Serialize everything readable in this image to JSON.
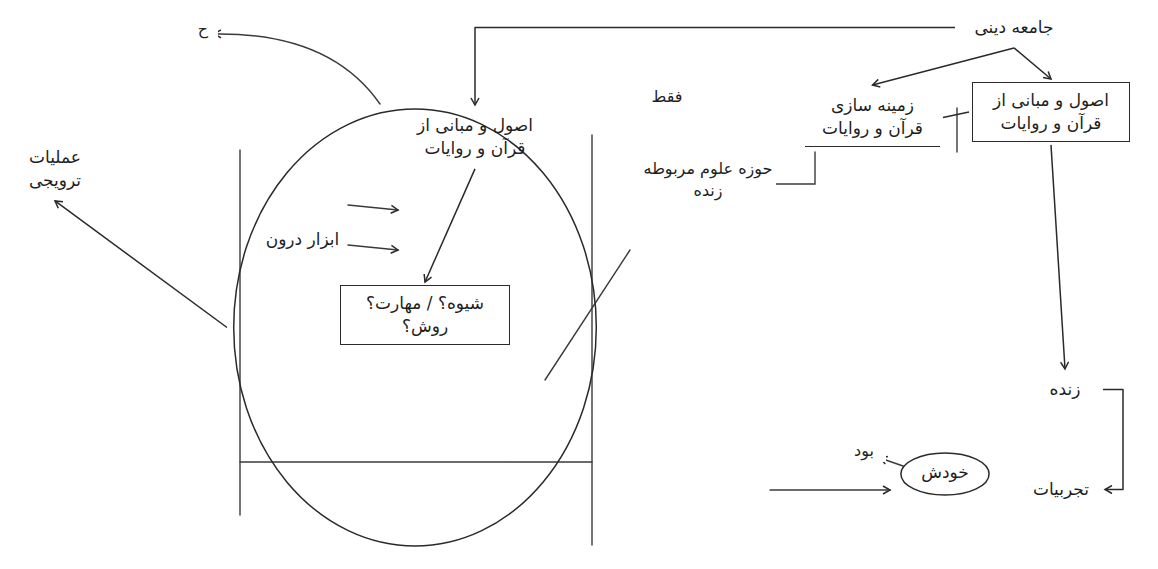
{
  "diagram": {
    "nodes": [
      {
        "text": [
          "جامعه دینی"
        ]
      },
      {
        "text": [
          "اصول و مبانی از قرآن و روایات"
        ]
      },
      {
        "text": [
          "زمینه سازی قرآن و روایات"
        ]
      },
      {
        "text": [
          "ابزار درون"
        ]
      },
      {
        "text": [
          "اصول و مبانی از قرآن و روایات"
        ],
        "in": 3
      },
      {
        "text": [
          "شیوه؟ / مهارت؟ روش؟"
        ],
        "in": 3
      },
      {
        "text": [
          "زنده"
        ]
      },
      {
        "text": [
          "خودش"
        ]
      },
      {
        "text": [
          "تجربیات"
        ]
      },
      {
        "text": [
          "عملیات ترویجی"
        ]
      }
    ],
    "edges": [
      {
        "from": 0,
        "to": 1,
        "arrow": "to"
      },
      {
        "from": 0,
        "to": 2,
        "arrow": "to"
      },
      {
        "from": 0,
        "to": 4,
        "arrow": "to"
      },
      {
        "from": 2,
        "to": 1,
        "arrow": "none"
      },
      {
        "from": 1,
        "to": 6,
        "arrow": "to"
      },
      {
        "from": 6,
        "to": 8,
        "arrow": "to"
      },
      {
        "from": 4,
        "to": 5,
        "arrow": "to"
      },
      {
        "from": 3,
        "to": 9,
        "arrow": "to"
      }
    ],
    "labels": [
      "فقط",
      "حوزه علوم مربوطه زنده",
      "بود",
      "ح"
    ]
  }
}
